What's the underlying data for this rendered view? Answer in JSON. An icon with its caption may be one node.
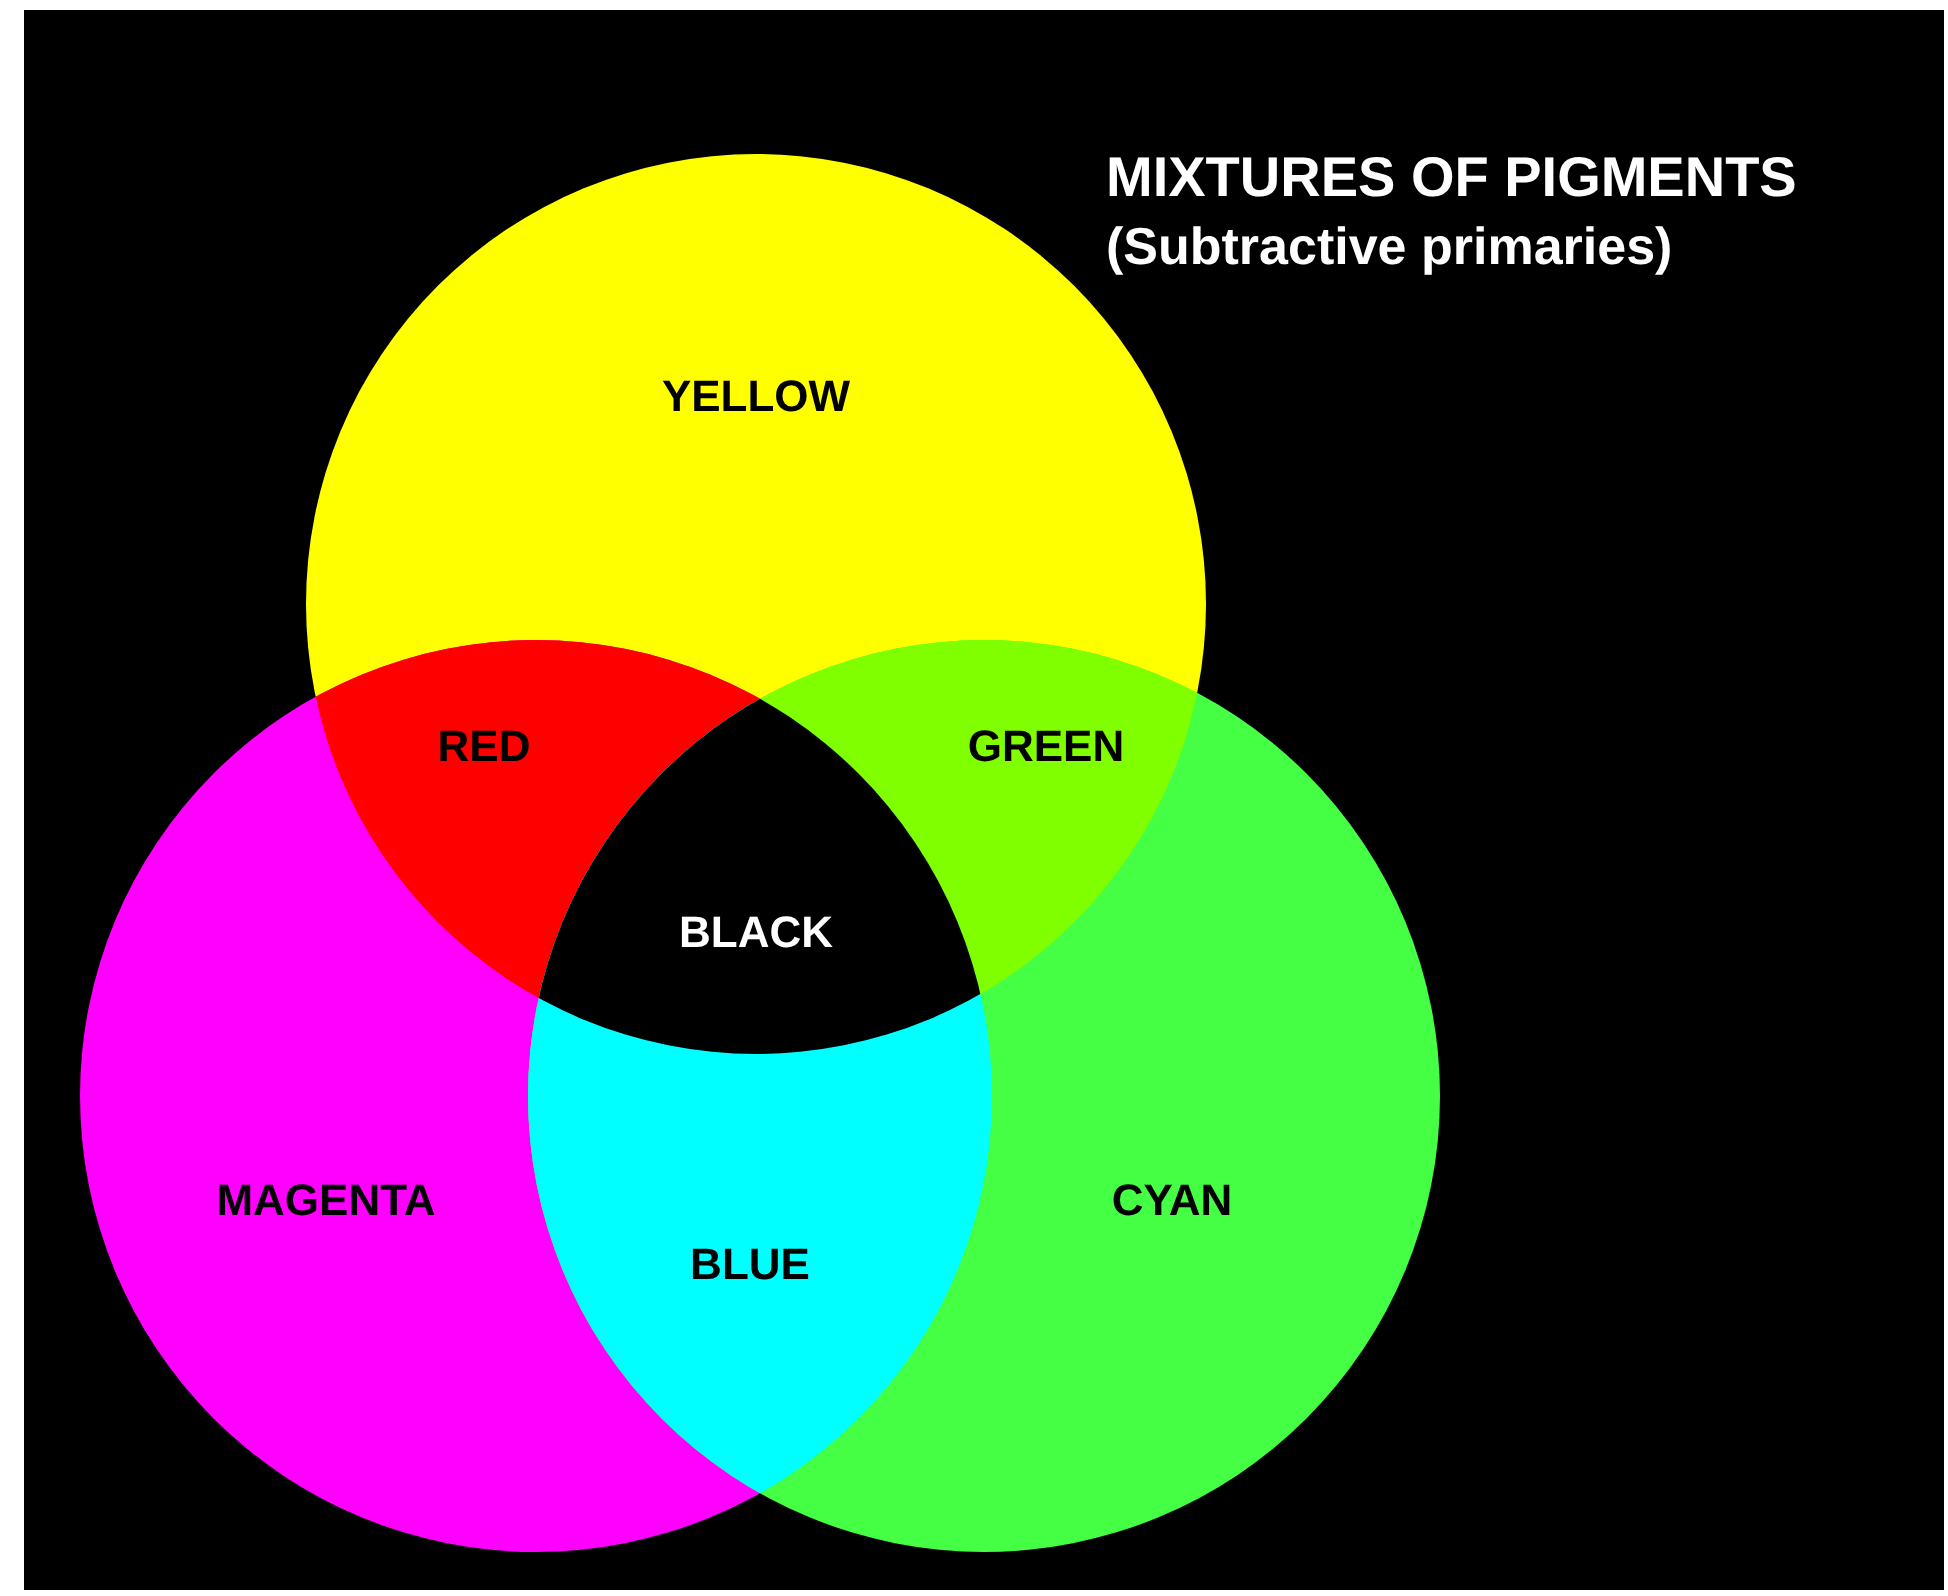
{
  "diagram": {
    "title": "MIXTURES OF PIGMENTS",
    "nodes": [
      {
        "text": [
          "YELLOW"
        ]
      },
      {
        "text": [
          "RED"
        ]
      },
      {
        "text": [
          "GREEN"
        ]
      },
      {
        "text": [
          "BLACK"
        ]
      },
      {
        "text": [
          "MAGENTA"
        ]
      },
      {
        "text": [
          "BLUE"
        ]
      },
      {
        "text": [
          "CYAN"
        ]
      }
    ],
    "labels": [
      "(Subtractive primaries)"
    ]
  }
}
